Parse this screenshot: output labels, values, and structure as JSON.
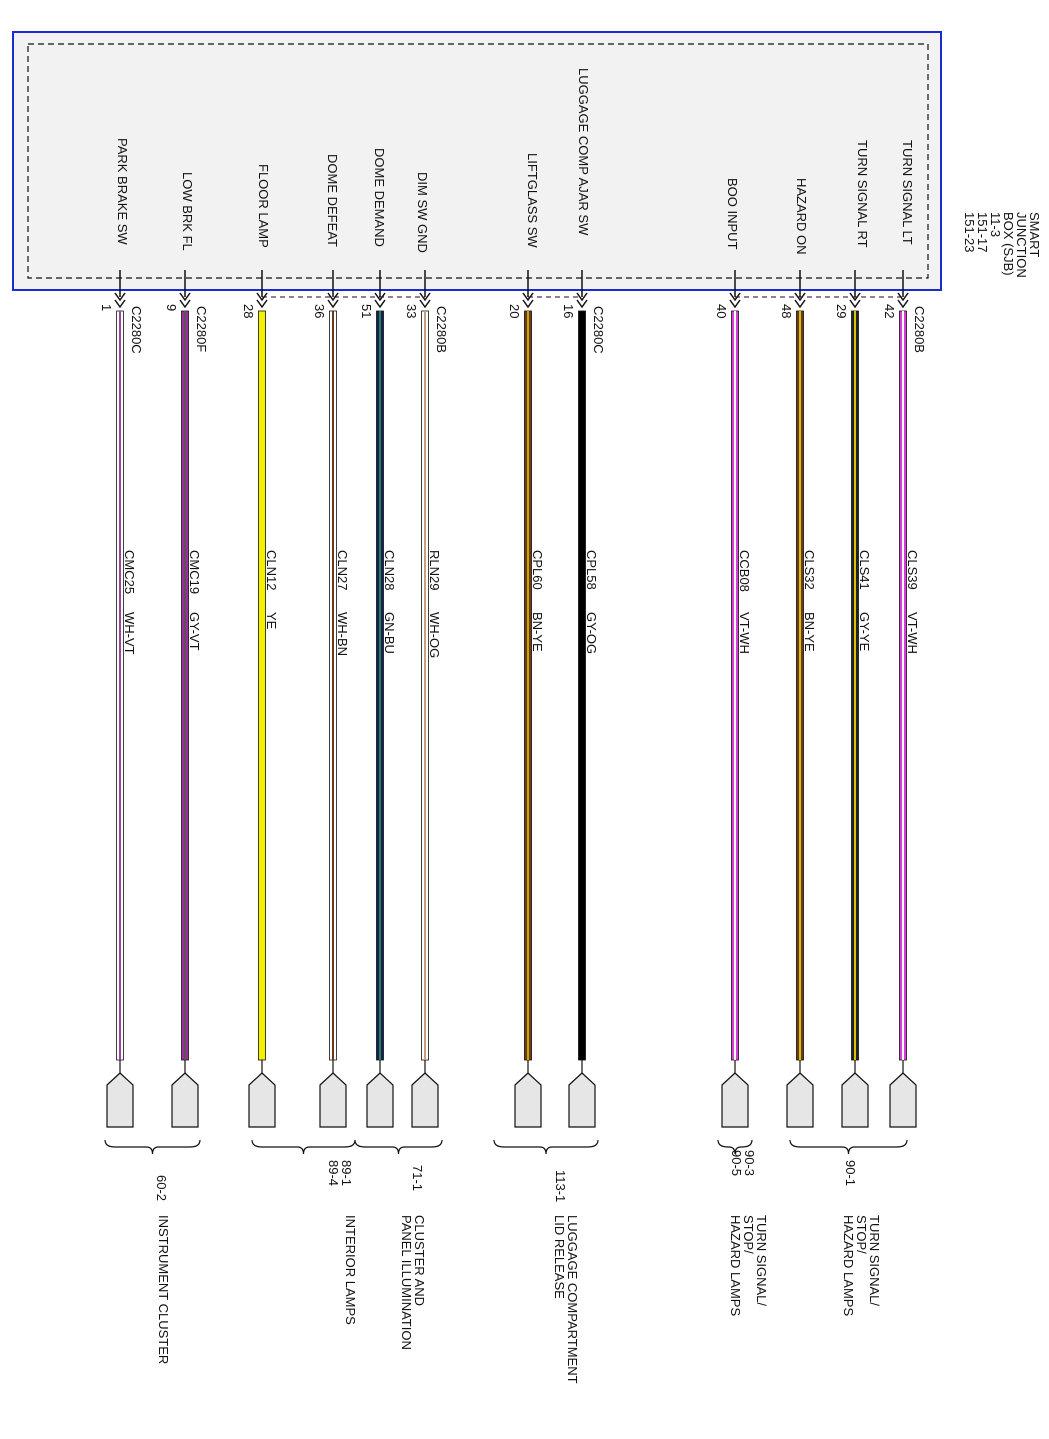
{
  "module": {
    "title_lines": [
      "SMART",
      "JUNCTION",
      "BOX (SJB)"
    ],
    "ref_lines": [
      "11-3",
      "151-17",
      "151-23"
    ],
    "border_color": "#1a2bd1"
  },
  "wires": [
    {
      "function": "TURN SIGNAL LT",
      "connector": "C2280B",
      "pin": "42",
      "circuit": "CLS39",
      "color_code": "VT-WH",
      "color": "#d63fd6",
      "stripe": "#ffffff"
    },
    {
      "function": "TURN SIGNAL RT",
      "connector": "",
      "pin": "29",
      "circuit": "CLS41",
      "color_code": "GY-YE",
      "color": "#222222",
      "stripe": "#d6c200"
    },
    {
      "function": "HAZARD ON",
      "connector": "",
      "pin": "48",
      "circuit": "CLS32",
      "color_code": "BN-YE",
      "color": "#6b3a1a",
      "stripe": "#d6c200"
    },
    {
      "function": "BOO INPUT",
      "connector": "",
      "pin": "40",
      "circuit": "CCB08",
      "color_code": "VT-WH",
      "color": "#d63fd6",
      "stripe": "#ffffff"
    },
    {
      "function": "LUGGAGE COMP AJAR SW",
      "connector": "C2280C",
      "pin": "16",
      "circuit": "CPL58",
      "color_code": "GY-OG",
      "color": "#000000",
      "stripe": ""
    },
    {
      "function": "LIFTGLASS SW",
      "connector": "",
      "pin": "20",
      "circuit": "CPL60",
      "color_code": "BN-YE",
      "color": "#6b3a1a",
      "stripe": "#d6a000"
    },
    {
      "function": "DIM SW GND",
      "connector": "C2280B",
      "pin": "33",
      "circuit": "RLN29",
      "color_code": "WH-OG",
      "color": "#ffffff",
      "stripe": "#c8a080"
    },
    {
      "function": "DOME DEMAND",
      "connector": "",
      "pin": "51",
      "circuit": "CLN28",
      "color_code": "GN-BU",
      "color": "#1a1a66",
      "stripe": "#1e8a3a"
    },
    {
      "function": "DOME DEFEAT",
      "connector": "",
      "pin": "36",
      "circuit": "CLN27",
      "color_code": "WH-BN",
      "color": "#ffffff",
      "stripe": "#6b3a1a"
    },
    {
      "function": "FLOOR LAMP",
      "connector": "",
      "pin": "28",
      "circuit": "CLN12",
      "color_code": "YE",
      "color": "#f2f200",
      "stripe": ""
    },
    {
      "function": "LOW BRK FL",
      "connector": "C2280F",
      "pin": "9",
      "circuit": "CMC19",
      "color_code": "GY-VT",
      "color": "#a02aa0",
      "stripe": "#555555"
    },
    {
      "function": "PARK BRAKE SW",
      "connector": "C2280C",
      "pin": "1",
      "circuit": "CMC25",
      "color_code": "WH-VT",
      "color": "#ffffff",
      "stripe": "#a040a0"
    }
  ],
  "destinations": [
    {
      "ref_lines": [
        "90-1"
      ],
      "title_lines": [
        "TURN SIGNAL/",
        "STOP/",
        "HAZARD LAMPS"
      ]
    },
    {
      "ref_lines": [
        "90-3",
        "90-5"
      ],
      "title_lines": [
        "TURN SIGNAL/",
        "STOP/",
        "HAZARD LAMPS"
      ]
    },
    {
      "ref_lines": [
        "113-1"
      ],
      "title_lines": [
        "LUGGAGE COMPARTMENT",
        "LID RELEASE"
      ]
    },
    {
      "ref_lines": [
        "71-1"
      ],
      "title_lines": [
        "CLUSTER AND",
        "PANEL ILLUMINATION"
      ]
    },
    {
      "ref_lines": [
        "89-1",
        "89-4"
      ],
      "title_lines": [
        "INTERIOR LAMPS"
      ]
    },
    {
      "ref_lines": [
        "60-2"
      ],
      "title_lines": [
        "INSTRUMENT CLUSTER"
      ]
    }
  ]
}
